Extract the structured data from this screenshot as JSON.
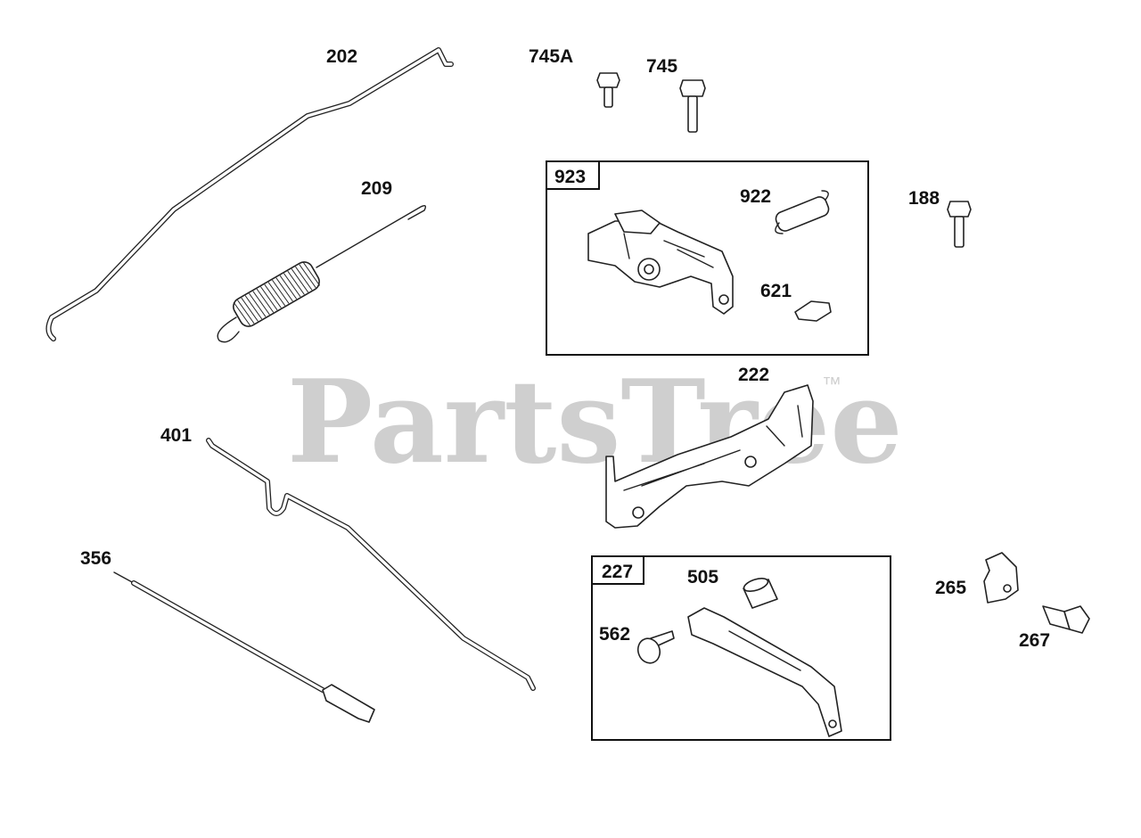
{
  "watermark": {
    "text": "PartsTree",
    "trademark": "™"
  },
  "parts": [
    {
      "id": "202",
      "label": "202"
    },
    {
      "id": "209",
      "label": "209"
    },
    {
      "id": "745A",
      "label": "745A"
    },
    {
      "id": "745",
      "label": "745"
    },
    {
      "id": "923",
      "label": "923"
    },
    {
      "id": "922",
      "label": "922"
    },
    {
      "id": "621",
      "label": "621"
    },
    {
      "id": "188",
      "label": "188"
    },
    {
      "id": "222",
      "label": "222"
    },
    {
      "id": "401",
      "label": "401"
    },
    {
      "id": "356",
      "label": "356"
    },
    {
      "id": "227",
      "label": "227"
    },
    {
      "id": "505",
      "label": "505"
    },
    {
      "id": "562",
      "label": "562"
    },
    {
      "id": "265",
      "label": "265"
    },
    {
      "id": "267",
      "label": "267"
    }
  ]
}
